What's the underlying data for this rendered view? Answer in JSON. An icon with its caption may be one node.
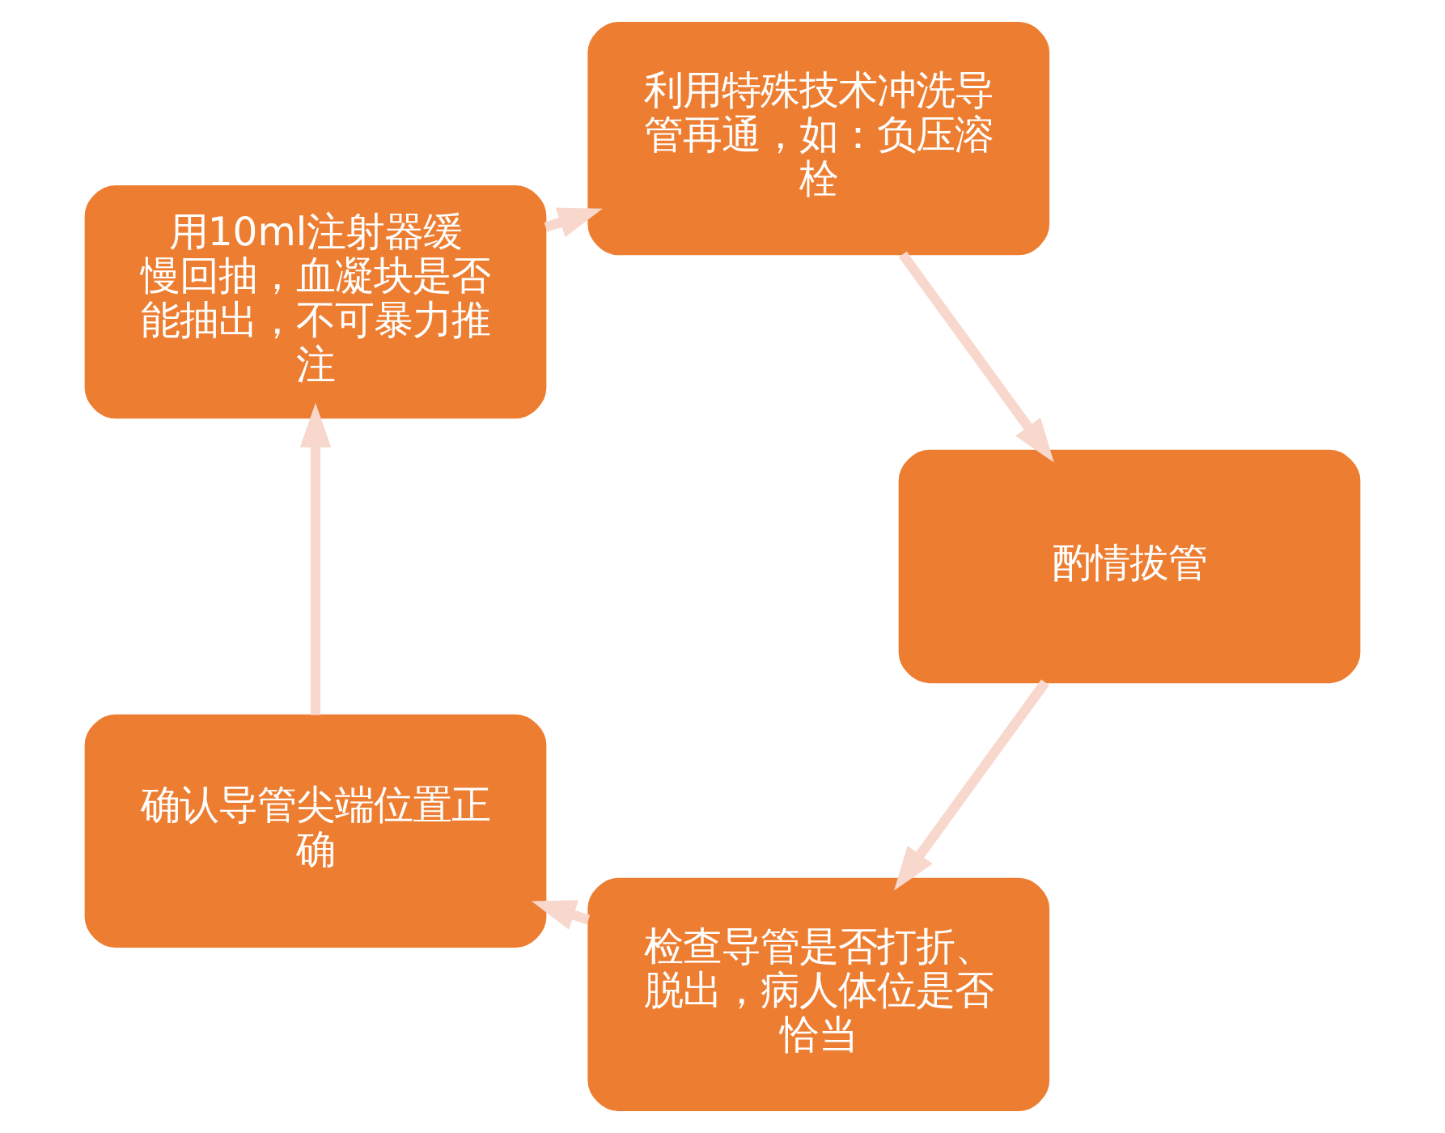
{
  "diagram": {
    "nodes": [
      {
        "text": [
          "检查导管是否打折、脱出，病人体位是否恰当"
        ]
      },
      {
        "text": [
          "确认导管尖端位置正确"
        ]
      },
      {
        "text": [
          "用10ml注射器缓慢回抽，血凝块是否能抽出，不可暴力推注"
        ]
      },
      {
        "text": [
          "利用特殊技术冲洗导管再通，如：负压溶栓"
        ]
      },
      {
        "text": [
          "酌情拔管"
        ]
      }
    ],
    "edges": [
      {
        "from": 0,
        "to": 1,
        "arrow": "to"
      },
      {
        "from": 1,
        "to": 2,
        "arrow": "to"
      },
      {
        "from": 2,
        "to": 3,
        "arrow": "to"
      },
      {
        "from": 3,
        "to": 4,
        "arrow": "to"
      },
      {
        "from": 4,
        "to": 0,
        "arrow": "to"
      }
    ]
  }
}
